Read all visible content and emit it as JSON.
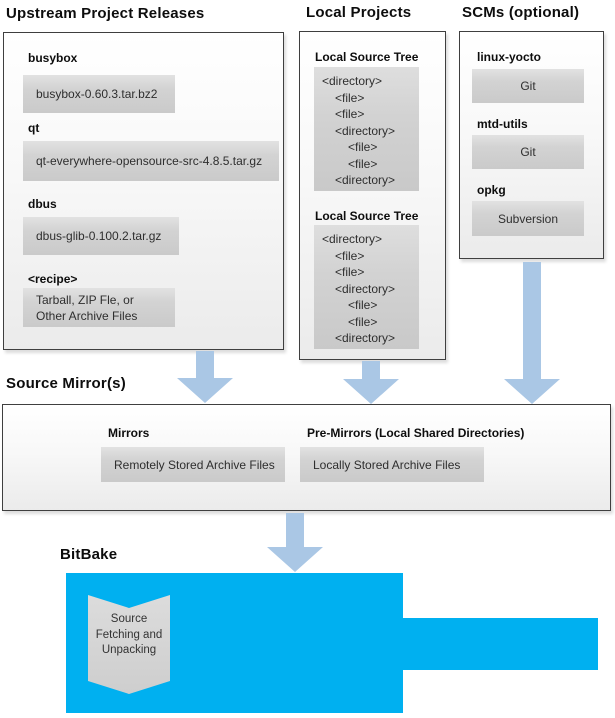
{
  "colors": {
    "bitbake_fill": "#00b0f0",
    "arrow_fill": "#aac7e5",
    "panel_border": "#3f3f3f",
    "inner_box_fill": "#d2d2d2"
  },
  "upstream": {
    "title": "Upstream Project Releases",
    "items": [
      {
        "label": "busybox",
        "file": "busybox-0.60.3.tar.bz2"
      },
      {
        "label": "qt",
        "file": "qt-everywhere-opensource-src-4.8.5.tar.gz"
      },
      {
        "label": "dbus",
        "file": "dbus-glib-0.100.2.tar.gz"
      },
      {
        "label": "<recipe>",
        "file_lines": [
          "Tarball, ZIP Fle, or",
          "Other Archive Files"
        ]
      }
    ]
  },
  "local": {
    "title": "Local Projects",
    "trees": [
      {
        "label": "Local Source Tree",
        "lines": [
          {
            "text": "<directory>",
            "indent": 0
          },
          {
            "text": "<file>",
            "indent": 1
          },
          {
            "text": "<file>",
            "indent": 1
          },
          {
            "text": "<directory>",
            "indent": 1
          },
          {
            "text": "<file>",
            "indent": 2
          },
          {
            "text": "<file>",
            "indent": 2
          },
          {
            "text": "<directory>",
            "indent": 1
          }
        ]
      },
      {
        "label": "Local Source Tree",
        "lines": [
          {
            "text": "<directory>",
            "indent": 0
          },
          {
            "text": "<file>",
            "indent": 1
          },
          {
            "text": "<file>",
            "indent": 1
          },
          {
            "text": "<directory>",
            "indent": 1
          },
          {
            "text": "<file>",
            "indent": 2
          },
          {
            "text": "<file>",
            "indent": 2
          },
          {
            "text": "<directory>",
            "indent": 1
          }
        ]
      }
    ]
  },
  "scms": {
    "title": "SCMs (optional)",
    "items": [
      {
        "label": "linux-yocto",
        "tool": "Git"
      },
      {
        "label": "mtd-utils",
        "tool": "Git"
      },
      {
        "label": "opkg",
        "tool": "Subversion"
      }
    ]
  },
  "mirrors": {
    "title": "Source Mirror(s)",
    "mirrors": {
      "label": "Mirrors",
      "value": "Remotely Stored Archive Files"
    },
    "premirrors": {
      "label": "Pre-Mirrors (Local Shared Directories)",
      "value": "Locally Stored Archive Files"
    }
  },
  "bitbake": {
    "title": "BitBake",
    "step_lines": [
      "Source",
      "Fetching and",
      "Unpacking"
    ]
  }
}
